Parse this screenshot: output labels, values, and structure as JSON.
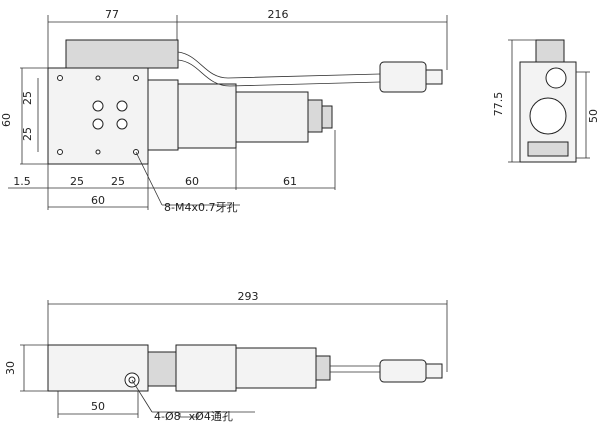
{
  "dimensions": {
    "top_view": {
      "overall_width_left": "77",
      "overall_width_right": "216",
      "height_60": "60",
      "pitch_25_a": "25",
      "pitch_25_b": "25",
      "offset_1_5": "1.5",
      "pitch_25_c": "25",
      "pitch_25_d": "25",
      "base_width": "60",
      "motor_len": "60",
      "tail_len": "61"
    },
    "side_view": {
      "height_77_5": "77.5",
      "width_50": "50"
    },
    "front_view": {
      "overall": "293",
      "height_30": "30",
      "pitch_50": "50"
    }
  },
  "callouts": {
    "thread": "8-M4x0.7牙孔",
    "counterbore_prefix": "4-",
    "counterbore_dia": "8",
    "counterbore_mid": "x",
    "through_dia": "4",
    "through_suffix": "通孔",
    "diameter_symbol": "Ø"
  }
}
